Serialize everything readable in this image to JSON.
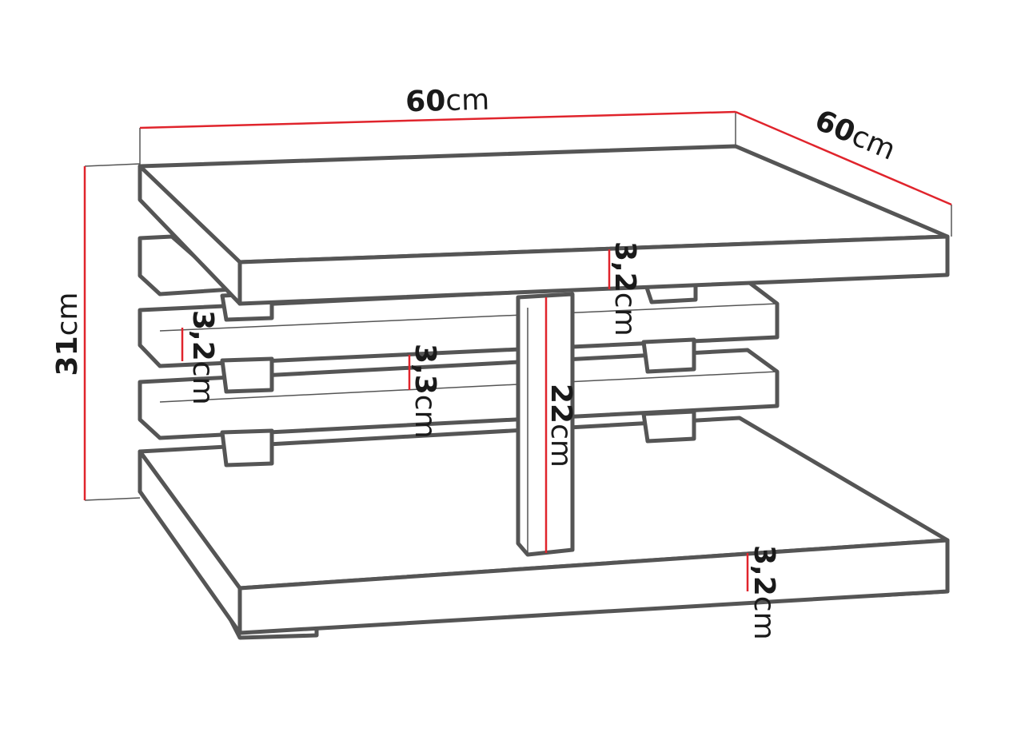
{
  "colors": {
    "dimension_line": "#e0242c",
    "outline": "#555555",
    "background": "#ffffff"
  },
  "dimensions": {
    "top_width": {
      "value": "60",
      "unit": "cm"
    },
    "top_depth": {
      "value": "60",
      "unit": "cm"
    },
    "total_height": {
      "value": "31",
      "unit": "cm"
    },
    "top_thickness": {
      "value": "3,2",
      "unit": "cm"
    },
    "shelf_thickness": {
      "value": "3,2",
      "unit": "cm"
    },
    "shelf_gap": {
      "value": "3,3",
      "unit": "cm"
    },
    "column_height": {
      "value": "22",
      "unit": "cm"
    },
    "base_thickness": {
      "value": "3,2",
      "unit": "cm"
    }
  }
}
